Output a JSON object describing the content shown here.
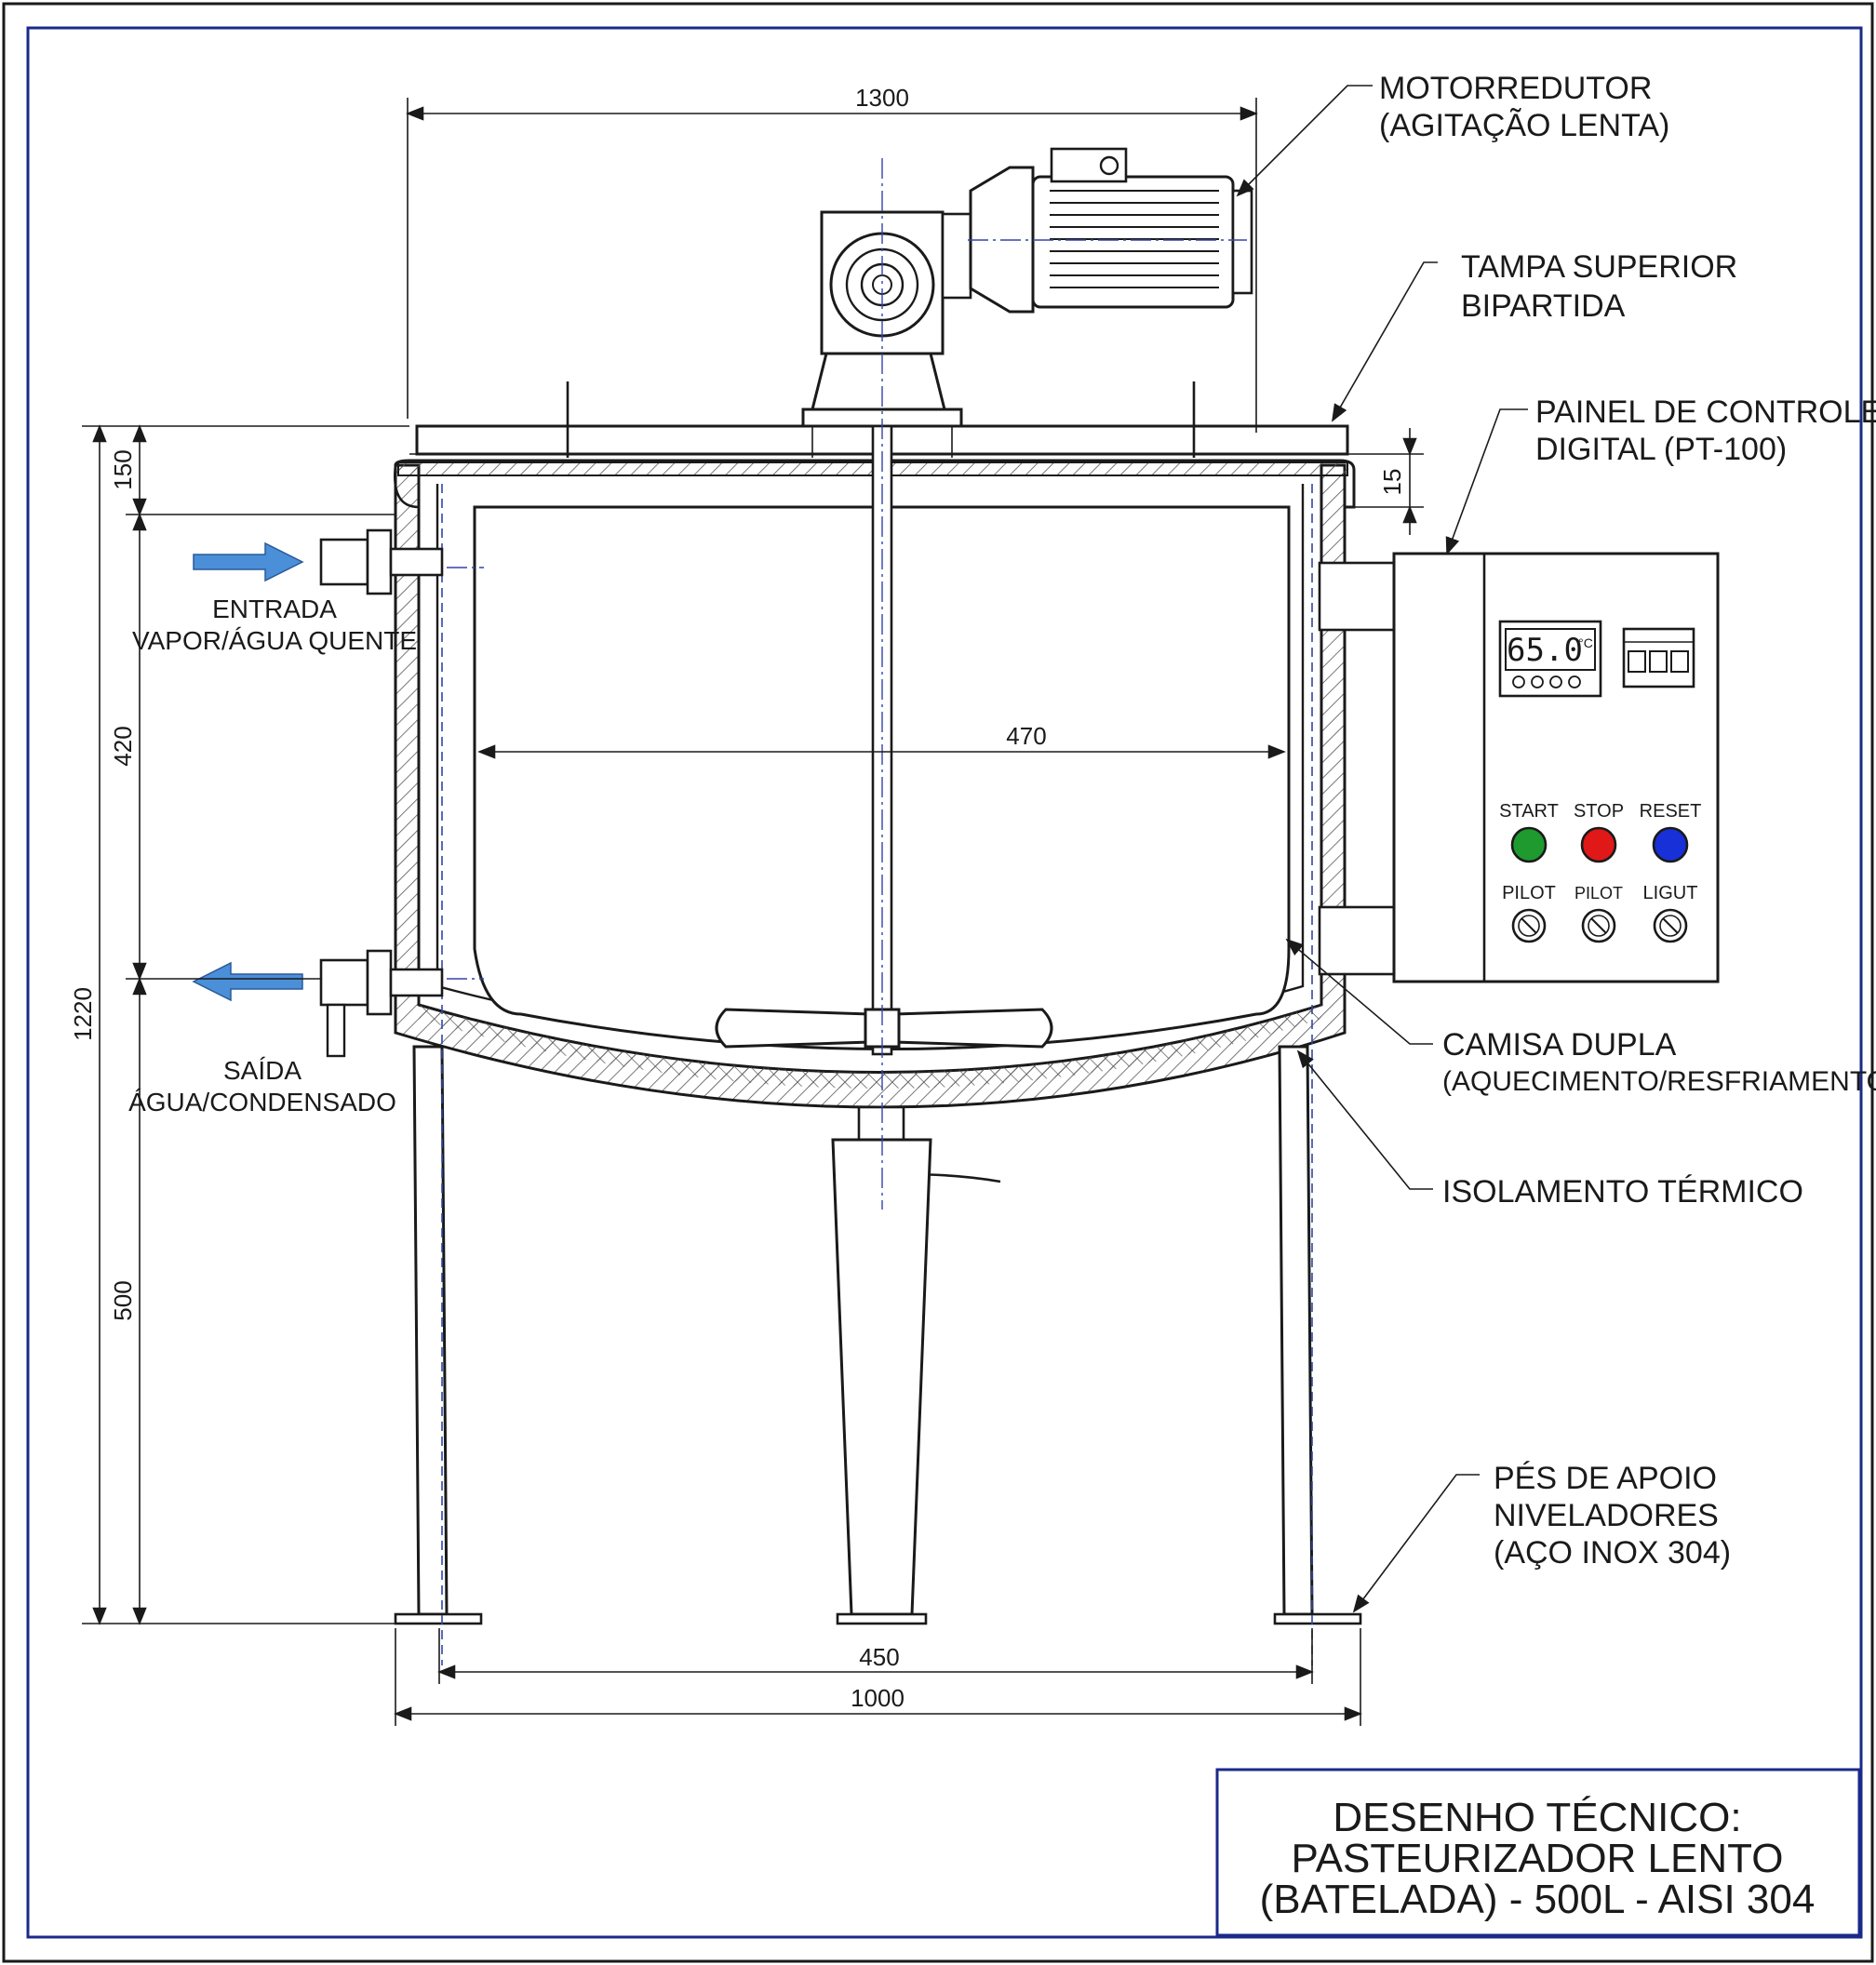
{
  "labels": {
    "motor_1": "MOTORREDUTOR",
    "motor_2": "(AGITAÇÃO LENTA)",
    "lid_1": "TAMPA SUPERIOR",
    "lid_2": "BIPARTIDA",
    "panel_1": "PAINEL DE CONTROLE",
    "panel_2": "DIGITAL (PT-100)",
    "jacket_1": "CAMISA DUPLA",
    "jacket_2": "(AQUECIMENTO/RESFRIAMENTO)",
    "insulation": "ISOLAMENTO TÉRMICO",
    "feet_1": "PÉS DE APOIO",
    "feet_2": "NIVELADORES",
    "feet_3": "(AÇO INOX 304)",
    "inlet_1": "ENTRADA",
    "inlet_2": "VAPOR/ÁGUA QUENTE",
    "outlet_1": "SAÍDA",
    "outlet_2": "ÁGUA/CONDENSADO"
  },
  "dimensions": {
    "top_width": "1300",
    "inner_width": "470",
    "leg_span_inner": "450",
    "leg_span_outer": "1000",
    "total_height": "1220",
    "lid_height": "150",
    "jacket_zone": "420",
    "leg_height": "500",
    "lid_thickness": "15"
  },
  "panel": {
    "display": "65.0",
    "display_unit": "°C",
    "start": "START",
    "stop": "STOP",
    "reset": "RESET",
    "pilot_1": "PILOT",
    "pilot_2": "PILOT",
    "ligut": "LIGUT"
  },
  "title_block": {
    "line1": "DESENHO TÉCNICO:",
    "line2": "PASTEURIZADOR LENTO",
    "line3": "(BATELADA) - 500L - AISI 304"
  },
  "colors": {
    "start_button": "#1e9a2e",
    "stop_button": "#e01818",
    "reset_button": "#1830d8",
    "flow_arrow": "#4a8fd8",
    "frame": "#1a2a8a"
  }
}
